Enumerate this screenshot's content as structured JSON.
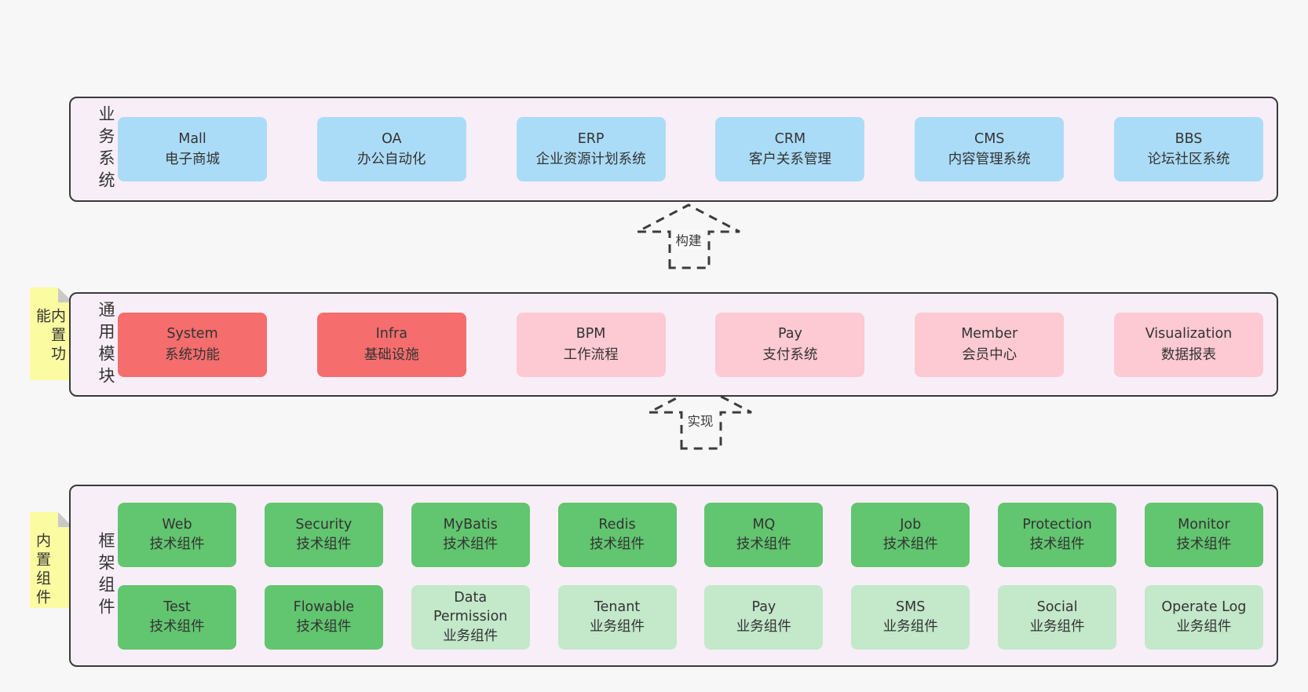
{
  "bands": [
    {
      "label": "业务系统",
      "boxes": [
        {
          "name": "Mall",
          "desc": "电子商城"
        },
        {
          "name": "OA",
          "desc": "办公自动化"
        },
        {
          "name": "ERP",
          "desc": "企业资源计划系统"
        },
        {
          "name": "CRM",
          "desc": "客户关系管理"
        },
        {
          "name": "CMS",
          "desc": "内容管理系统"
        },
        {
          "name": "BBS",
          "desc": "论坛社区系统"
        }
      ]
    },
    {
      "label": "通用模块",
      "note": "内置功能",
      "boxes": [
        {
          "name": "System",
          "desc": "系统功能"
        },
        {
          "name": "Infra",
          "desc": "基础设施"
        },
        {
          "name": "BPM",
          "desc": "工作流程"
        },
        {
          "name": "Pay",
          "desc": "支付系统"
        },
        {
          "name": "Member",
          "desc": "会员中心"
        },
        {
          "name": "Visualization",
          "desc": "数据报表"
        }
      ]
    },
    {
      "label": "框架组件",
      "note": "内置组件",
      "rows": [
        [
          {
            "name": "Web",
            "desc": "技术组件"
          },
          {
            "name": "Security",
            "desc": "技术组件"
          },
          {
            "name": "MyBatis",
            "desc": "技术组件"
          },
          {
            "name": "Redis",
            "desc": "技术组件"
          },
          {
            "name": "MQ",
            "desc": "技术组件"
          },
          {
            "name": "Job",
            "desc": "技术组件"
          },
          {
            "name": "Protection",
            "desc": "技术组件"
          },
          {
            "name": "Monitor",
            "desc": "技术组件"
          }
        ],
        [
          {
            "name": "Test",
            "desc": "技术组件"
          },
          {
            "name": "Flowable",
            "desc": "技术组件"
          },
          {
            "name": "Data Permission",
            "desc": "业务组件"
          },
          {
            "name": "Tenant",
            "desc": "业务组件"
          },
          {
            "name": "Pay",
            "desc": "业务组件"
          },
          {
            "name": "SMS",
            "desc": "业务组件"
          },
          {
            "name": "Social",
            "desc": "业务组件"
          },
          {
            "name": "Operate Log",
            "desc": "业务组件"
          }
        ]
      ]
    }
  ],
  "arrows": [
    {
      "label": "构建"
    },
    {
      "label": "实现"
    }
  ],
  "colors": {
    "page_bg": "#f7f7f7",
    "band_bg": "#f8eef7",
    "band_border": "#3a3a3a",
    "blue": "#abdcf7",
    "red": "#f56d6d",
    "pink": "#fdc9d2",
    "green": "#62c56f",
    "light_green": "#c3e8ca",
    "note_yellow": "#fbfba1"
  }
}
